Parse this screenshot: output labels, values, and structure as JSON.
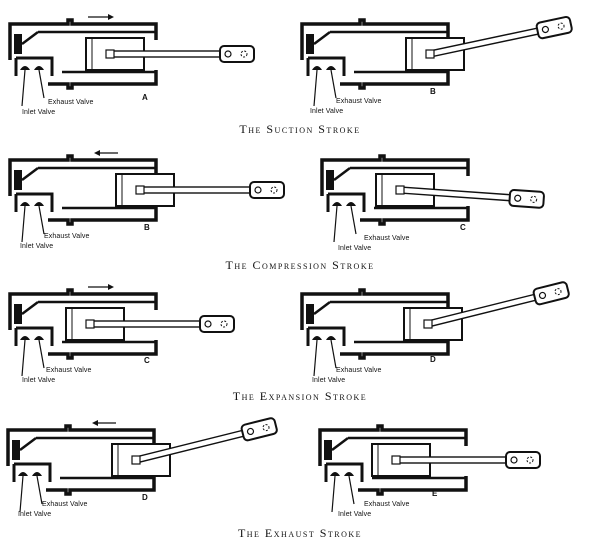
{
  "colors": {
    "ink": "#111111",
    "paper": "#ffffff"
  },
  "labels": {
    "exhaust_valve": "Exhaust Valve",
    "inlet_valve": "Inlet Valve"
  },
  "strokes": [
    {
      "caption": "The Suction Stroke",
      "arrow": "right",
      "diagrams": [
        {
          "letter": "A",
          "inlet_label": "Inlet Valve",
          "exhaust_label": "Exhaust Valve"
        },
        {
          "letter": "B",
          "inlet_label": "Inlet Valve",
          "exhaust_label": "Exhaust Valve"
        }
      ]
    },
    {
      "caption": "The Compression Stroke",
      "arrow": "left",
      "diagrams": [
        {
          "letter": "B",
          "inlet_label": "Inlet Valve",
          "exhaust_label": "Exhaust Valve"
        },
        {
          "letter": "C",
          "inlet_label": "Inlet Valve",
          "exhaust_label": "Exhaust Valve"
        }
      ]
    },
    {
      "caption": "The Expansion Stroke",
      "arrow": "right",
      "diagrams": [
        {
          "letter": "C",
          "inlet_label": "Inlet Valve",
          "exhaust_label": "Exhaust Valve"
        },
        {
          "letter": "D",
          "inlet_label": "Inlet Valve",
          "exhaust_label": "Exhaust Valve"
        }
      ]
    },
    {
      "caption": "The Exhaust Stroke",
      "arrow": "left",
      "diagrams": [
        {
          "letter": "D",
          "inlet_label": "Inlet Valve",
          "exhaust_label": "Exhaust Valve"
        },
        {
          "letter": "E",
          "inlet_label": "Inlet Valve",
          "exhaust_label": "Exhaust Valve"
        }
      ]
    }
  ]
}
